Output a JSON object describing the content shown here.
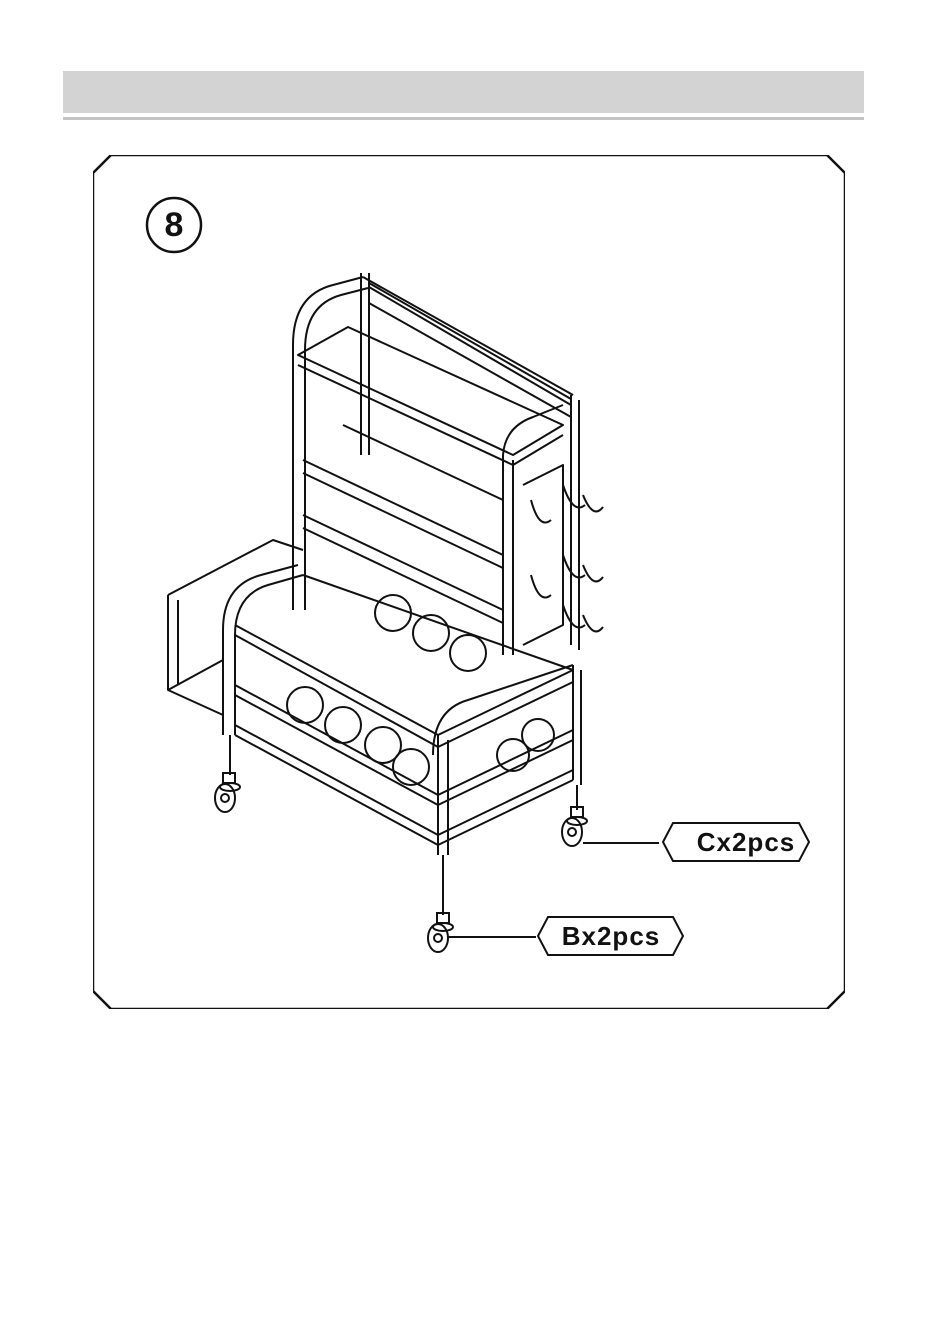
{
  "step": {
    "number": "8"
  },
  "parts": [
    {
      "letter": "C",
      "qty_text": "x2pcs"
    },
    {
      "letter": "B",
      "qty_text": "x2pcs"
    }
  ],
  "icons": [
    "caster-wheel-icon",
    "storage-rack-drawing"
  ],
  "colors": {
    "header_bar": "#d3d3d3",
    "line": "#111111"
  }
}
